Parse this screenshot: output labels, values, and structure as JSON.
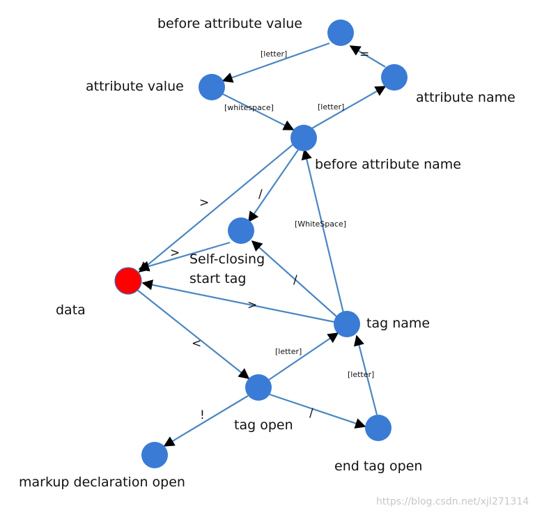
{
  "states": {
    "before_attribute_value": {
      "label": "before attribute value",
      "color": "#3a7bd5"
    },
    "attribute_value": {
      "label": "attribute value",
      "color": "#3a7bd5"
    },
    "attribute_name": {
      "label": "attribute name",
      "color": "#3a7bd5"
    },
    "before_attribute_name": {
      "label": "before attribute name",
      "color": "#3a7bd5"
    },
    "self_closing_start_tag": {
      "label_line1": "Self-closing",
      "label_line2": "start tag",
      "color": "#3a7bd5"
    },
    "data": {
      "label": "data",
      "color": "#ff0000"
    },
    "tag_name": {
      "label": "tag name",
      "color": "#3a7bd5"
    },
    "tag_open": {
      "label": "tag open",
      "color": "#3a7bd5"
    },
    "end_tag_open": {
      "label": "end tag open",
      "color": "#3a7bd5"
    },
    "markup_declaration_open": {
      "label": "markup declaration open",
      "color": "#3a7bd5"
    }
  },
  "transitions": {
    "before_attr_value_to_attr_value": "[letter]",
    "attr_name_to_before_attr_value": "=",
    "attr_value_to_before_attr_name": "[whitespace]",
    "before_attr_name_to_attr_name": "[letter]",
    "before_attr_name_to_data": ">",
    "before_attr_name_to_self_closing": "/",
    "self_closing_to_data": ">",
    "tag_name_to_before_attr_name": "[WhiteSpace]",
    "tag_name_to_self_closing": "/",
    "tag_name_to_data": ">",
    "data_to_tag_open": "<",
    "tag_open_to_tag_name": "[letter]",
    "end_tag_open_to_tag_name": "[letter]",
    "tag_open_to_end_tag_open": "/",
    "tag_open_to_markup_declaration": "!"
  },
  "watermark": "https://blog.csdn.net/xjl271314",
  "colors": {
    "edge": "#4a86c0",
    "arrow": "#000000",
    "node": "#3a7bd5",
    "start_node": "#ff0000"
  }
}
